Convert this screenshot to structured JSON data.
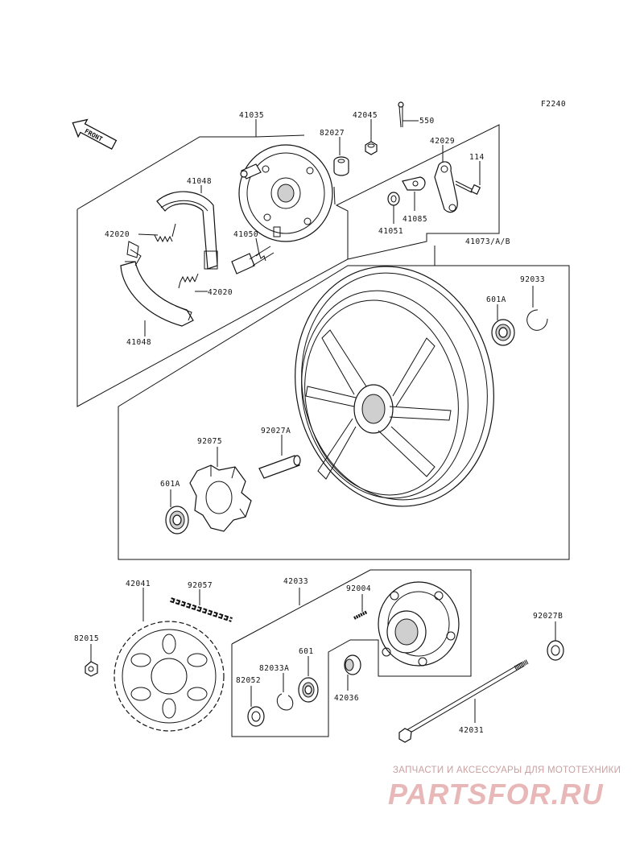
{
  "figure_code": "F2240",
  "front_label": "FRONT",
  "labels": {
    "p41035": "41035",
    "p42045": "42045",
    "p550": "550",
    "p82027": "82027",
    "p42029": "42029",
    "p114": "114",
    "p41048a": "41048",
    "p42020a": "42020",
    "p41050": "41050",
    "p41051": "41051",
    "p41085": "41085",
    "p42020b": "42020",
    "p41048b": "41048",
    "p41073": "41073/A/B",
    "p92033": "92033",
    "p601a": "601A",
    "p92075": "92075",
    "p92027a": "92027A",
    "p601a2": "601A",
    "p42041": "42041",
    "p92057": "92057",
    "p42033": "42033",
    "p92004": "92004",
    "p82015": "82015",
    "p92027b": "92027B",
    "p601": "601",
    "p82033a": "82033A",
    "p82052": "82052",
    "p42036": "42036",
    "p42031": "42031"
  },
  "watermark": {
    "tagline": "ЗАПЧАСТИ И АКСЕССУАРЫ ДЛЯ МОТОТЕХНИКИ",
    "logo": "PARTSFOR.RU"
  }
}
